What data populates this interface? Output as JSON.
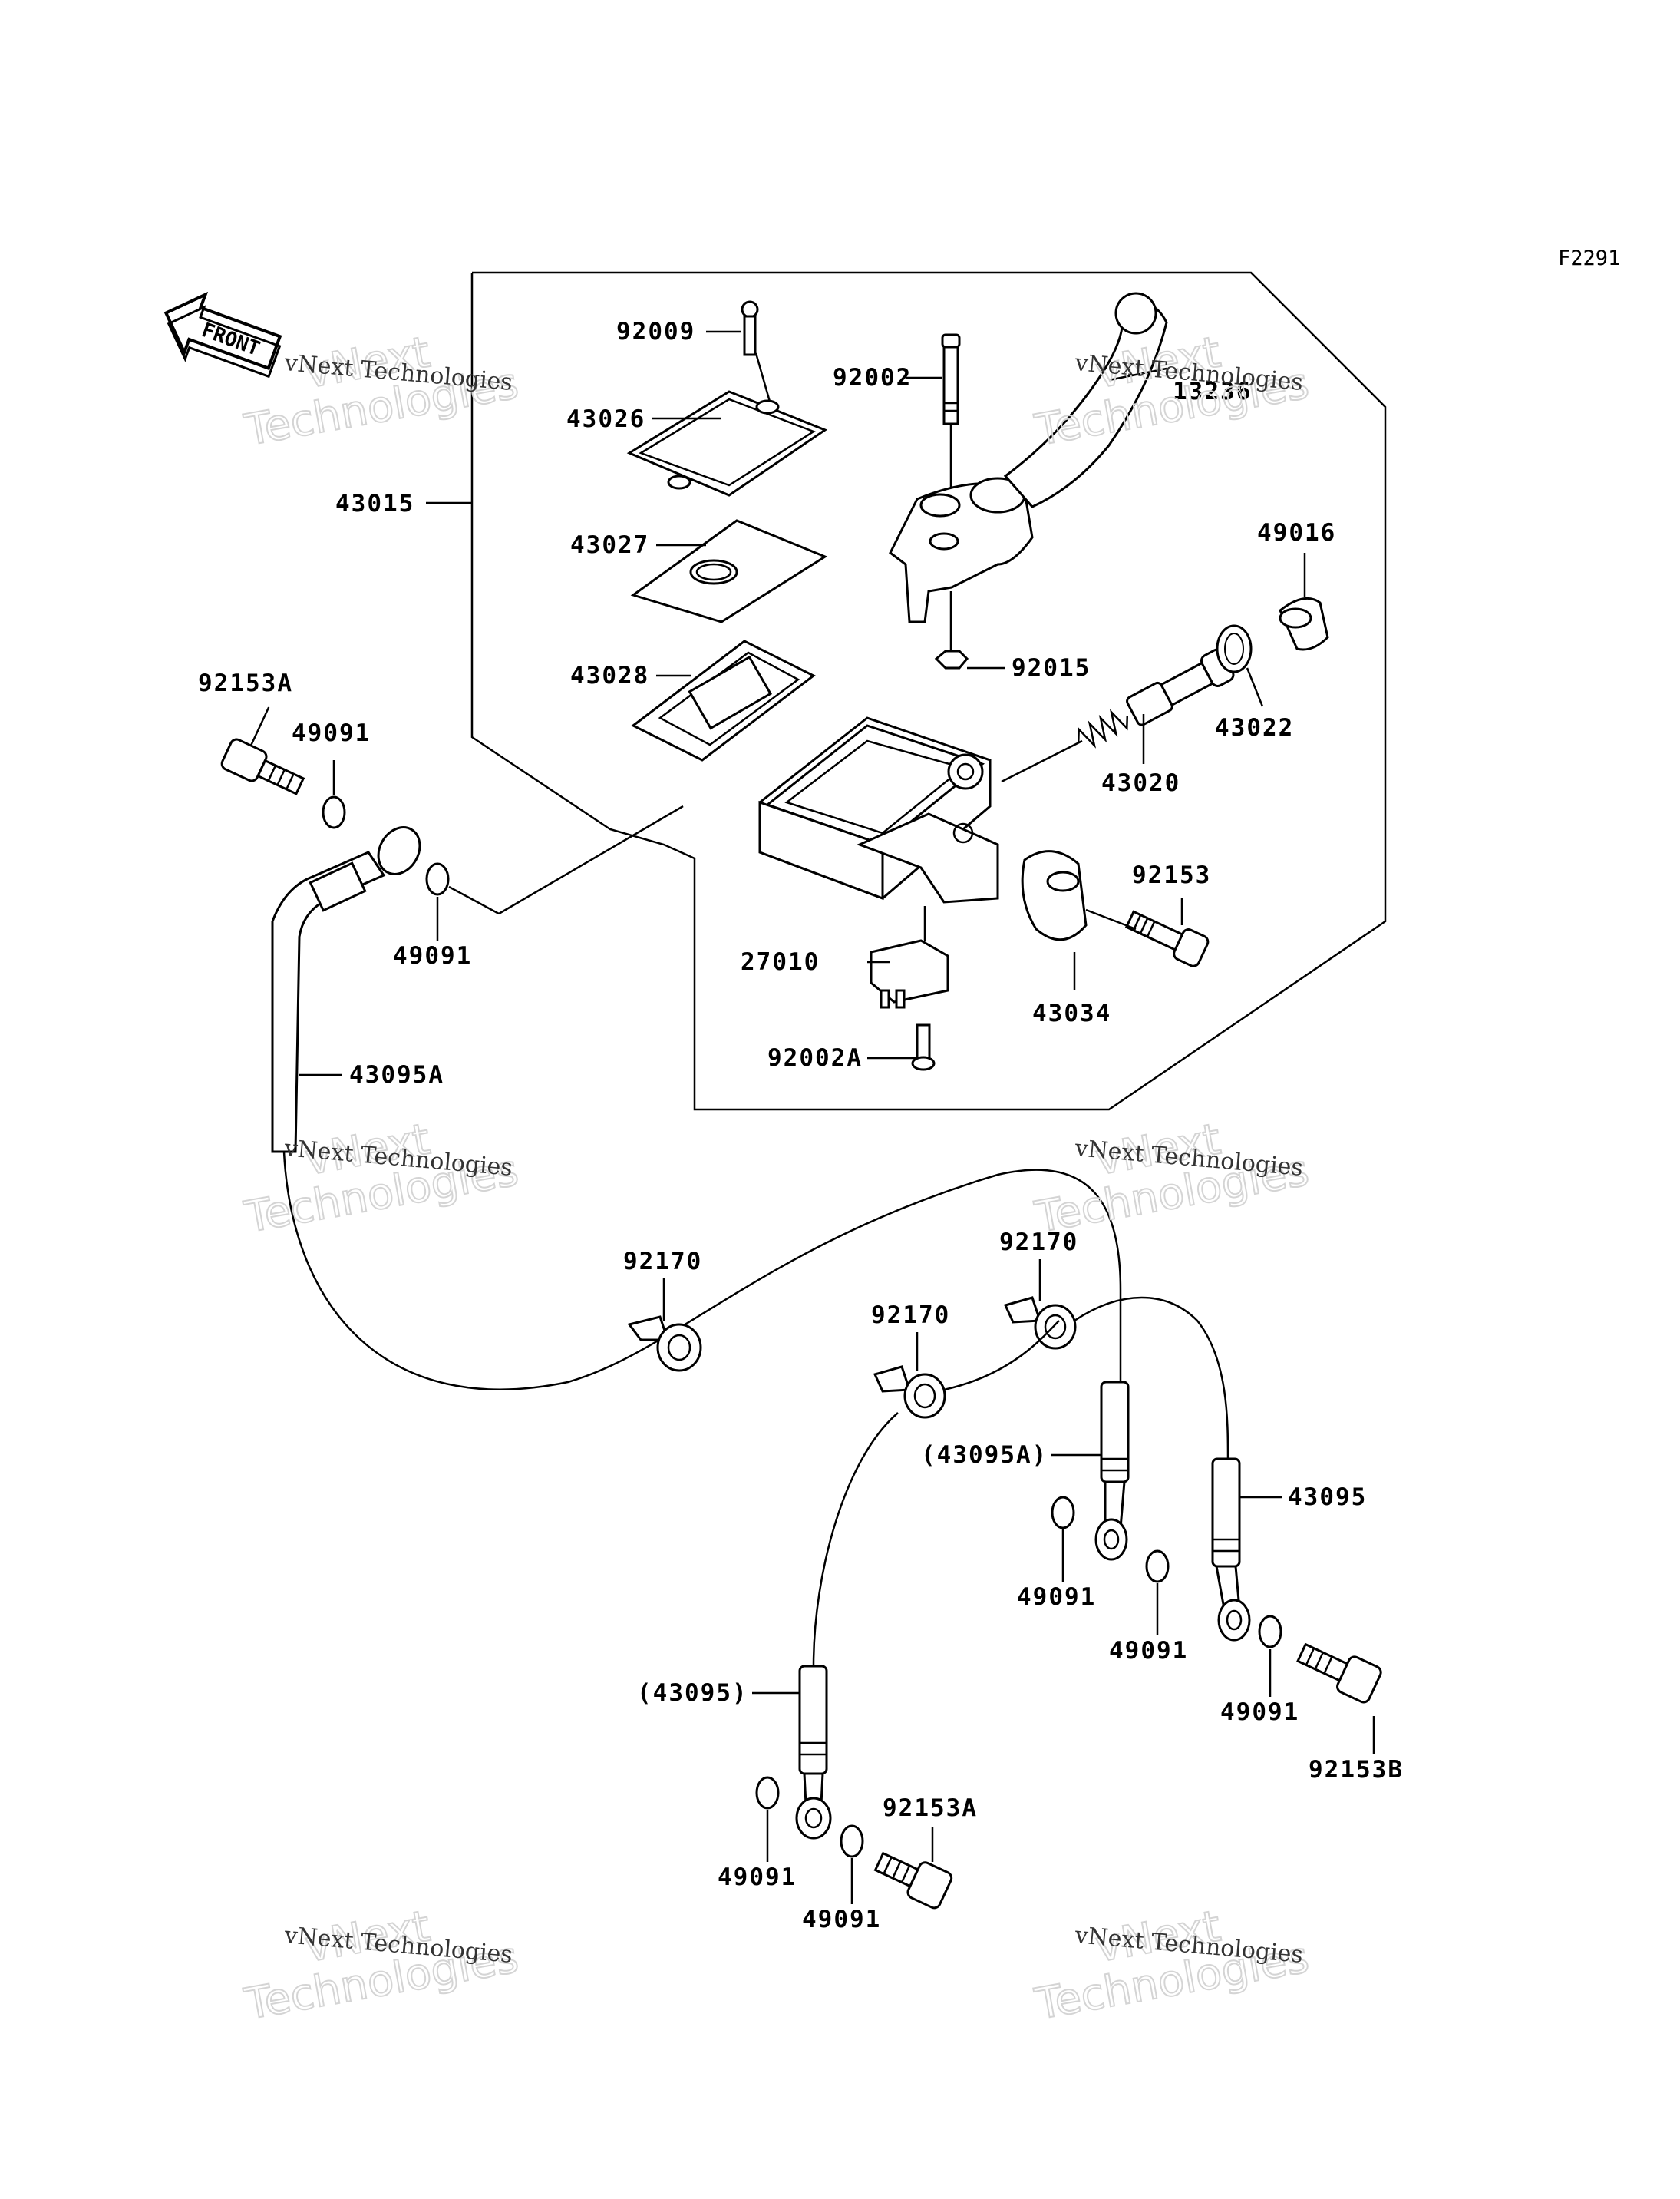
{
  "diagram": {
    "ref_code": "F2291",
    "front_label": "FRONT",
    "watermark_small": "vNext Technologies",
    "watermark_big_1": "vNext",
    "watermark_big_2": "Technologies",
    "parts": [
      "92009",
      "92002",
      "13236",
      "43026",
      "43015",
      "43027",
      "49016",
      "43028",
      "92015",
      "92153A",
      "43022",
      "49091",
      "43020",
      "92153",
      "49091",
      "27010",
      "43034",
      "43095A",
      "92002A",
      "92170",
      "92170",
      "92170",
      "(43095A)",
      "43095",
      "49091",
      "49091",
      "(43095)",
      "49091",
      "92153B",
      "92153A",
      "49091",
      "49091"
    ]
  }
}
